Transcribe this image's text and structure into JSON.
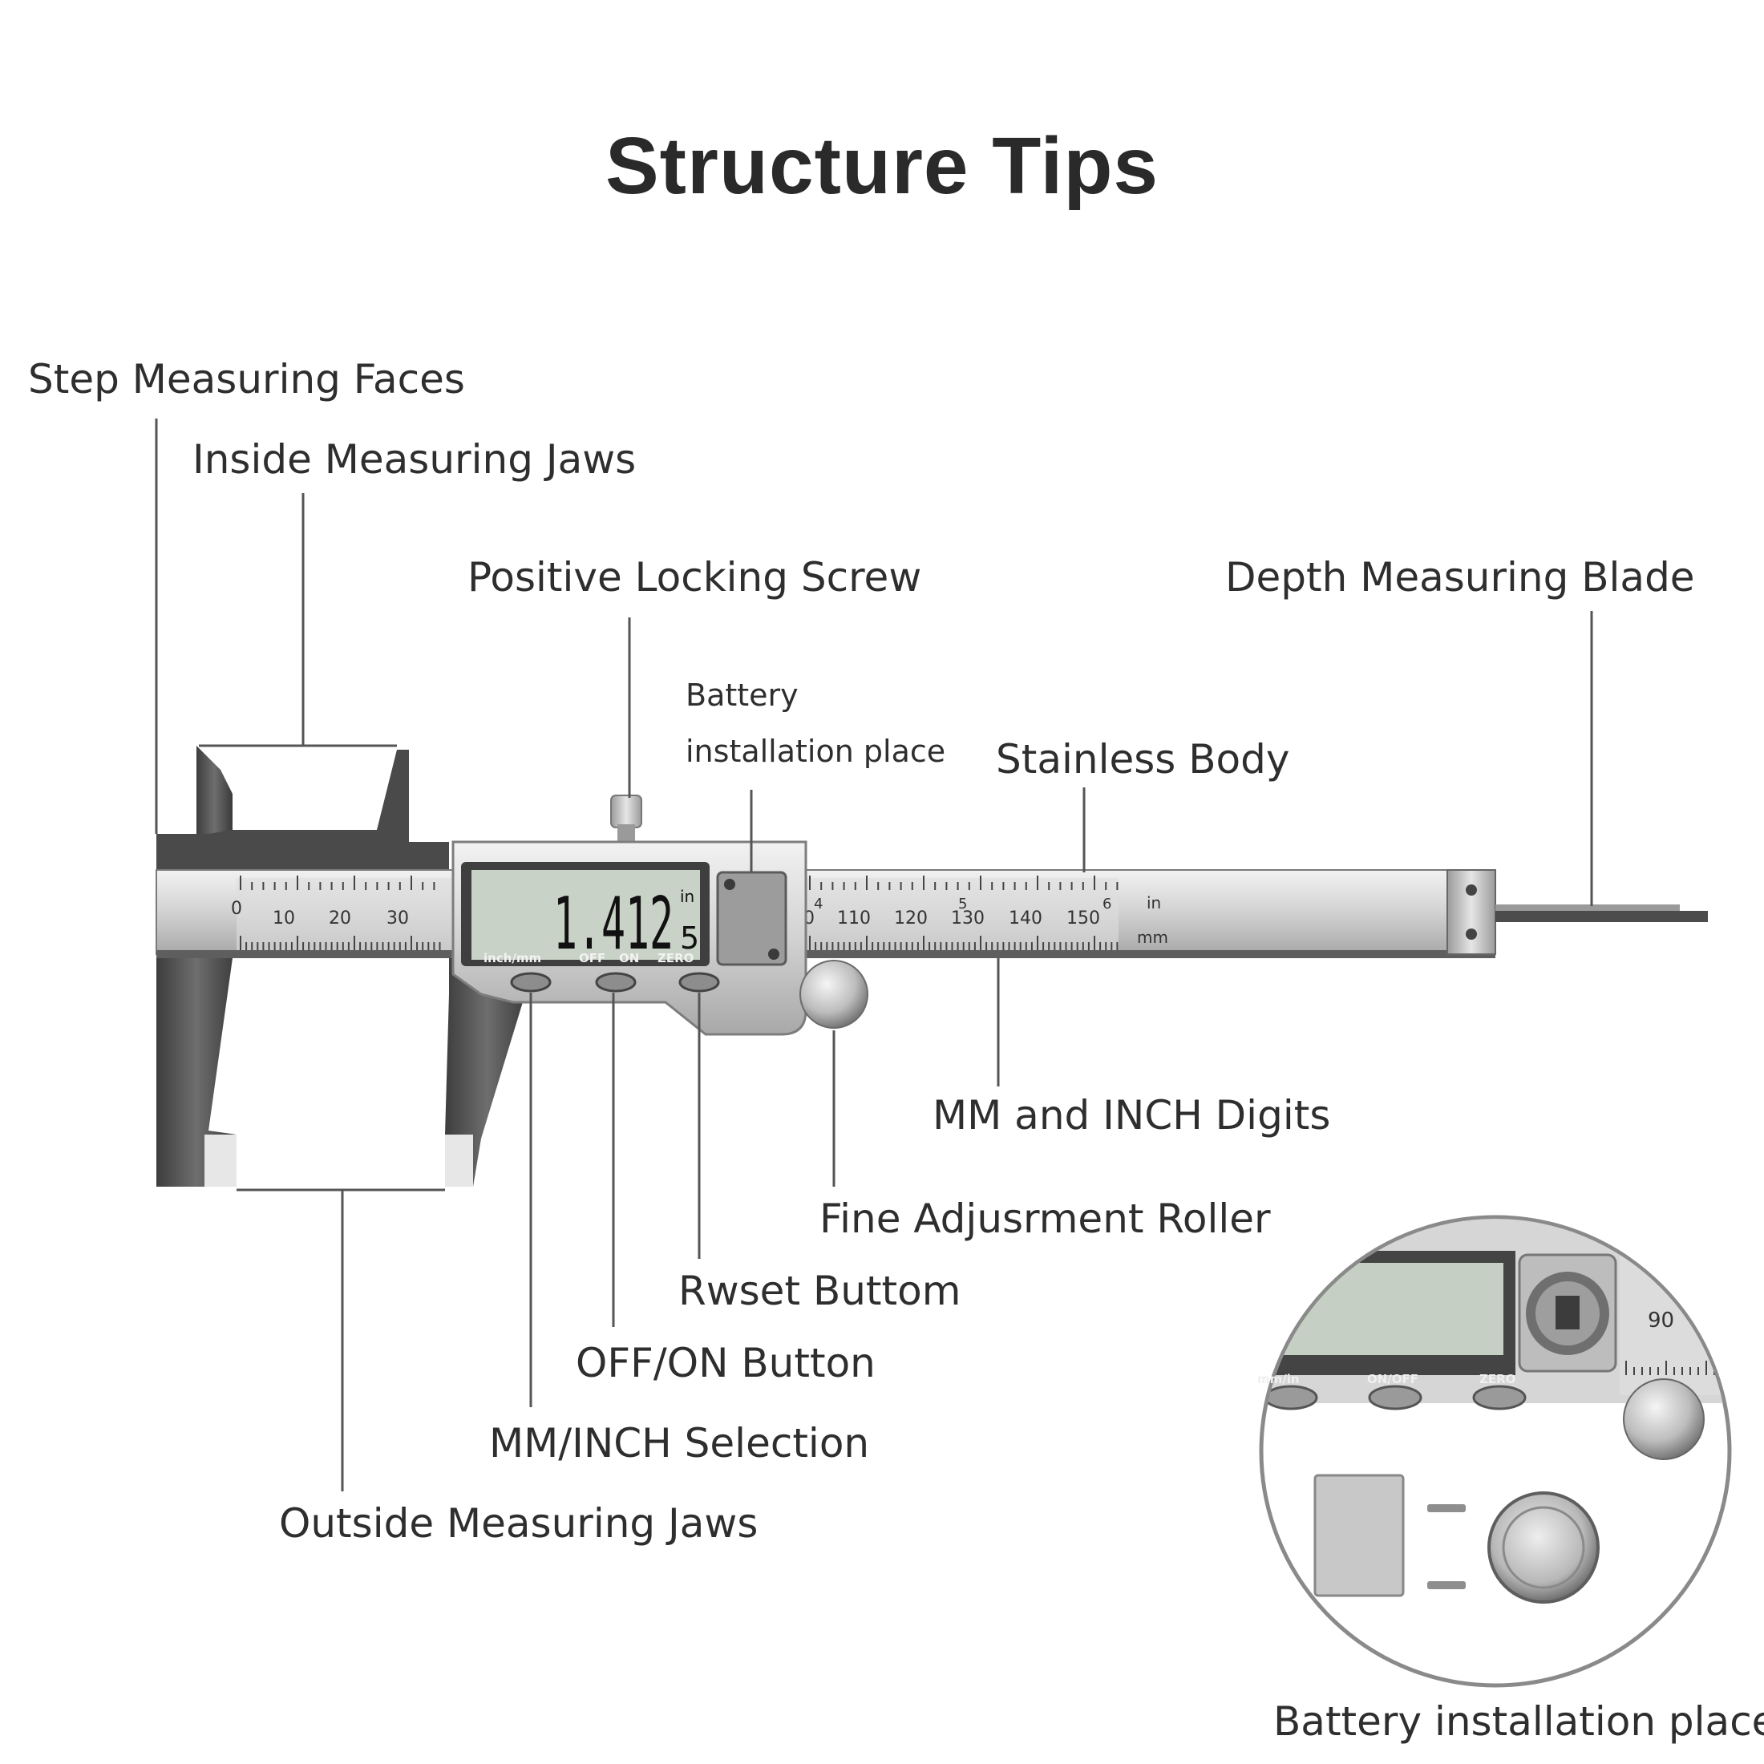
{
  "title": "Structure Tips",
  "labels": {
    "step_measuring_faces": "Step Measuring Faces",
    "inside_measuring_jaws": "Inside Measuring Jaws",
    "positive_locking_screw": "Positive Locking Screw",
    "depth_measuring_blade": "Depth Measuring Blade",
    "battery_line1": "Battery",
    "battery_line2": "installation place",
    "stainless_body": "Stainless Body",
    "mm_inch_digits": "MM and INCH Digits",
    "fine_adjustment_roller": "Fine Adjusrment Roller",
    "reset_button": "Rwset Buttom",
    "off_on_button": "OFF/ON Button",
    "mm_inch_selection": "MM/INCH Selection",
    "outside_measuring_jaws": "Outside Measuring Jaws",
    "battery_installation_place": "Battery installation place"
  },
  "display": {
    "reading": "1.412",
    "fraction_digit": "5",
    "unit_in": "in",
    "buttons": {
      "inch_mm": "inch/mm",
      "off": "OFF",
      "on": "ON",
      "zero": "ZERO"
    }
  },
  "scale": {
    "mm_numbers_left": [
      "0",
      "10",
      "20",
      "30"
    ],
    "mm_numbers_right": [
      "0",
      "110",
      "120",
      "130",
      "140",
      "150"
    ],
    "inch_marks": [
      "4",
      "5",
      "6"
    ],
    "unit_in": "in",
    "unit_mm": "mm"
  },
  "inset": {
    "btn_mm_in": "mm/in",
    "btn_on_off": "ON/OFF",
    "btn_zero": "ZERO",
    "scale_number": "90"
  },
  "colors": {
    "steel_light": "#e4e4e4",
    "steel_mid": "#b9b9b9",
    "steel_dark": "#5f5f5f",
    "lcd": "#c9d2c6",
    "leader": "#555555"
  }
}
